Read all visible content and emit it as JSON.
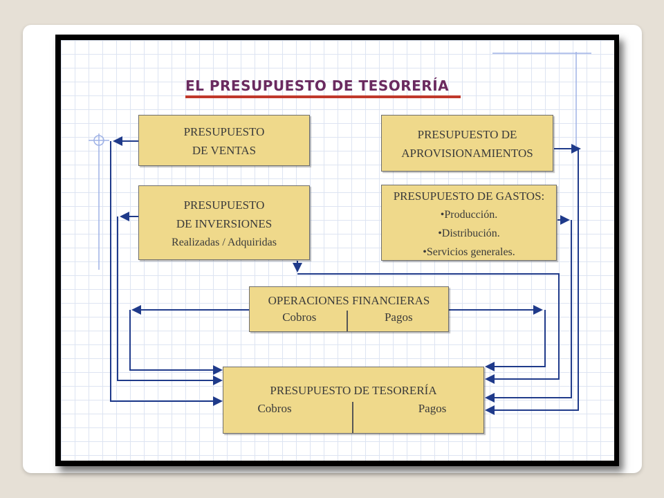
{
  "title": "EL PRESUPUESTO DE TESORERÍA",
  "boxes": {
    "ventas": {
      "line1": "PRESUPUESTO",
      "line2": "DE VENTAS"
    },
    "aprovisionamientos": {
      "line1": "PRESUPUESTO DE",
      "line2": "APROVISIONAMIENTOS"
    },
    "inversiones": {
      "line1": "PRESUPUESTO",
      "line2": "DE INVERSIONES",
      "line3": "Realizadas / Adquiridas"
    },
    "gastos": {
      "line1": "PRESUPUESTO DE GASTOS:",
      "items": [
        "•Producción.",
        "•Distribución.",
        "•Servicios generales."
      ]
    },
    "financieras": {
      "line1": "OPERACIONES FINANCIERAS",
      "left": "Cobros",
      "right": "Pagos"
    },
    "tesoreria": {
      "line1": "PRESUPUESTO DE TESORERÍA",
      "left": "Cobros",
      "right": "Pagos"
    }
  },
  "colors": {
    "box_fill": "#efd98b",
    "arrow": "#1f3a8a",
    "title": "#6a2a5f",
    "title_underline": "#c0392b",
    "frame": "#000000"
  }
}
